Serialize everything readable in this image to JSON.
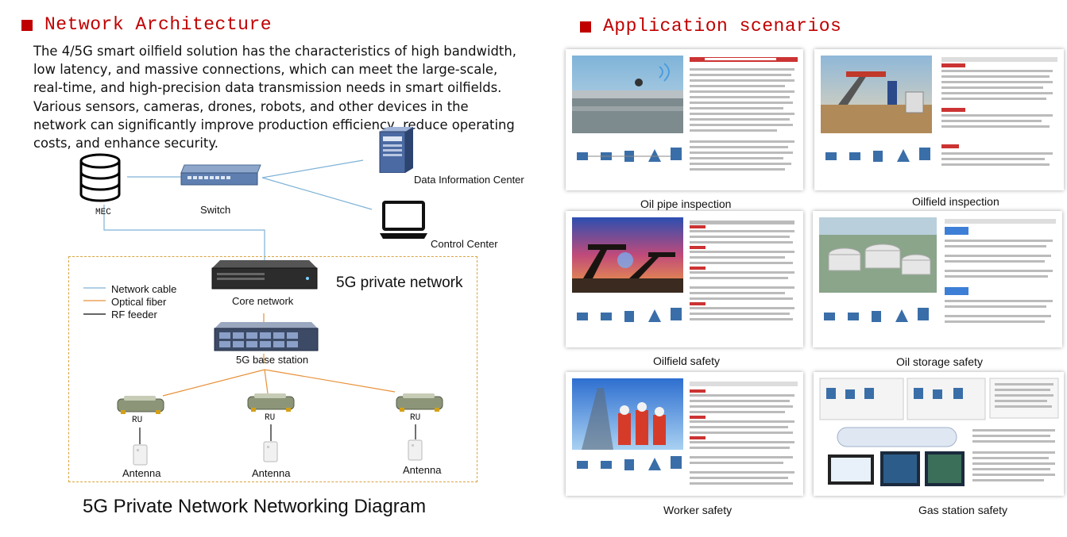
{
  "network_architecture": {
    "title": "Network Architecture",
    "intro_lines": [
      "The 4/5G smart oilfield solution has the characteristics of high bandwidth,",
      "low latency, and massive connections, which can meet the large-scale,",
      "real-time, and high-precision data transmission needs in smart oilfields.",
      "Various sensors, cameras, drones, robots, and other devices in the",
      "network can significantly improve production efficiency, reduce operating",
      "costs, and enhance security."
    ],
    "nodes": {
      "mec": "MEC",
      "switch": "Switch",
      "data_center": "Data Information Center",
      "control_center": "Control Center",
      "core_network": "Core network",
      "base_station": "5G base station",
      "ru": "RU",
      "antenna": "Antenna"
    },
    "private_network_label": "5G private network",
    "legend": [
      {
        "label": "Network cable",
        "color": "#7fb2d6"
      },
      {
        "label": "Optical fiber",
        "color": "#e8913a"
      },
      {
        "label": "RF feeder",
        "color": "#333333"
      }
    ],
    "diagram_title": "5G Private Network Networking Diagram"
  },
  "application_scenarios": {
    "title": "Application scenarios",
    "cards": [
      {
        "caption": "Oil pipe inspection",
        "photo": "pipeline-drone"
      },
      {
        "caption": "Oilfield inspection",
        "photo": "pumpjack-robot"
      },
      {
        "caption": "Oilfield safety",
        "photo": "pumpjack-sunset"
      },
      {
        "caption": "Oil storage safety",
        "photo": "storage-tanks"
      },
      {
        "caption": "Worker safety",
        "photo": "oil-workers"
      },
      {
        "caption": "Gas station safety",
        "photo": "control-platform"
      }
    ]
  },
  "colors": {
    "accent": "#c00000",
    "cable": "#7fb2d6",
    "fiber": "#e8913a",
    "feeder": "#333333",
    "dashed_box": "#d9a441"
  }
}
